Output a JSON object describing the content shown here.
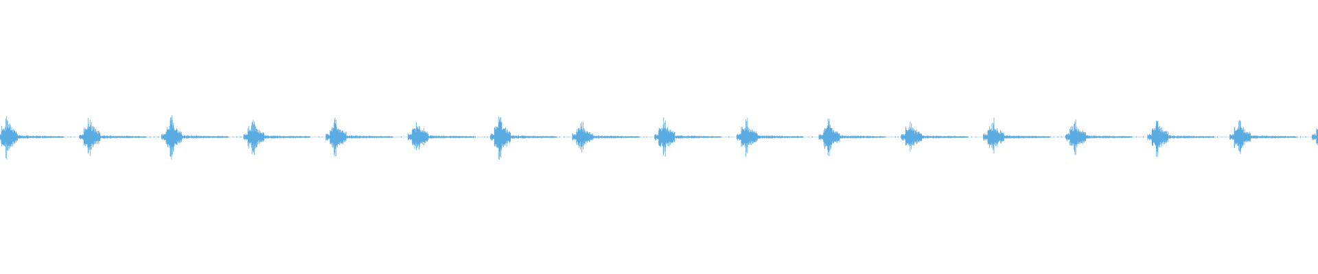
{
  "waveform": {
    "color": "#5aabe2",
    "background": "#ffffff",
    "beat_count": 17,
    "trailing_partial_beat": true,
    "amplitude_envelope": [
      0.92,
      0.98,
      0.93,
      0.74,
      0.85,
      0.87,
      0.93,
      0.63,
      0.84,
      0.8,
      0.78,
      0.68,
      0.8,
      0.74,
      0.87,
      0.77,
      0.72
    ],
    "baseline_level": 0.05
  }
}
